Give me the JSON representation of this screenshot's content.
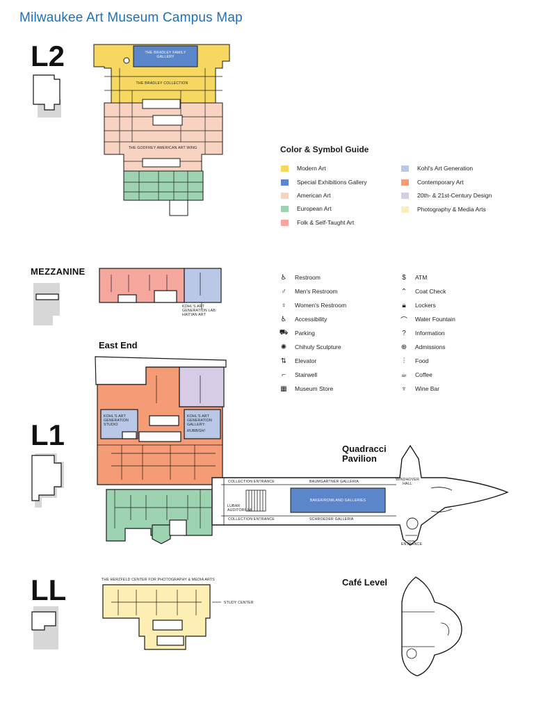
{
  "title": "Milwaukee Art Museum Campus Map",
  "levels": {
    "l2": "L2",
    "mezzanine": "MEZZANINE",
    "east_end": "East End",
    "l1": "L1",
    "quadracci": "Quadracci Pavilion",
    "ll": "LL",
    "cafe": "Café Level"
  },
  "color_guide": {
    "title": "Color & Symbol Guide",
    "items": [
      {
        "label": "Modern Art",
        "color": "#f6d860"
      },
      {
        "label": "Special Exhibitions Gallery",
        "color": "#5b86c9"
      },
      {
        "label": "American Art",
        "color": "#f9d3c2"
      },
      {
        "label": "European Art",
        "color": "#9ed3b2"
      },
      {
        "label": "Folk & Self-Taught Art",
        "color": "#f5a79e"
      },
      {
        "label": "Kohl's Art Generation",
        "color": "#b9c8e6"
      },
      {
        "label": "Contemporary Art",
        "color": "#f59c76"
      },
      {
        "label": "20th- & 21st-Century Design",
        "color": "#d6cce6"
      },
      {
        "label": "Photography & Media Arts",
        "color": "#fdefb3"
      }
    ]
  },
  "symbols": {
    "left": [
      {
        "label": "Restroom",
        "icon": "restroom-icon"
      },
      {
        "label": "Men's Restroom",
        "icon": "mens-restroom-icon"
      },
      {
        "label": "Women's Restroom",
        "icon": "womens-restroom-icon"
      },
      {
        "label": "Accessibility",
        "icon": "accessibility-icon"
      },
      {
        "label": "Parking",
        "icon": "parking-icon"
      },
      {
        "label": "Chihuly Sculpture",
        "icon": "chihuly-sculpture-icon"
      },
      {
        "label": "Elevator",
        "icon": "elevator-icon"
      },
      {
        "label": "Stairwell",
        "icon": "stairwell-icon"
      },
      {
        "label": "Museum Store",
        "icon": "museum-store-icon"
      }
    ],
    "right": [
      {
        "label": "ATM",
        "icon": "atm-icon"
      },
      {
        "label": "Coat Check",
        "icon": "coat-check-icon"
      },
      {
        "label": "Lockers",
        "icon": "lockers-icon"
      },
      {
        "label": "Water Fountain",
        "icon": "water-fountain-icon"
      },
      {
        "label": "Information",
        "icon": "information-icon"
      },
      {
        "label": "Admissions",
        "icon": "admissions-icon"
      },
      {
        "label": "Food",
        "icon": "food-icon"
      },
      {
        "label": "Coffee",
        "icon": "coffee-icon"
      },
      {
        "label": "Wine Bar",
        "icon": "wine-bar-icon"
      }
    ]
  },
  "map_labels": {
    "bradley_family_gallery": "THE BRADLEY FAMILY GALLERY",
    "bradley_collection": "THE BRADLEY COLLECTION",
    "godfrey_wing": "THE GODFREY AMERICAN ART WING",
    "kohls_lab": "KOHL'S ART GENERATION LAB: HAITIAN ART",
    "kohls_studio": "KOHL'S ART GENERATION STUDIO",
    "kohls_gallery": "KOHL'S ART GENERATION GALLERY:",
    "kohls_gallery_sub": "RUBBISH!",
    "collection_entrance_top": "COLLECTION ENTRANCE",
    "collection_entrance_bottom": "COLLECTION ENTRANCE",
    "baumgartner": "BAUMGARTNER GALLERIA",
    "schroeder": "SCHROEDER GALLERIA",
    "baker_rowland": "BAKER/ROWLAND GALLERIES",
    "windhover": "WINDHOVER HALL",
    "lubar": "LUBAR AUDITORIUM",
    "entrance": "ENTRANCE",
    "herzfeld": "THE HERZFELD CENTER FOR PHOTOGRAPHY & MEDIA ARTS",
    "study_center": "STUDY CENTER"
  }
}
